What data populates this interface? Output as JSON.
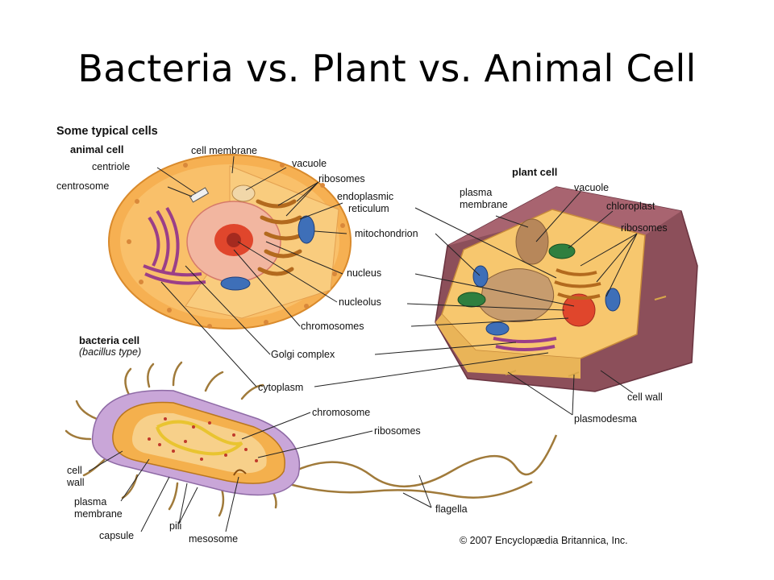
{
  "title": "Bacteria vs. Plant vs. Animal Cell",
  "figure": {
    "heading": "Some typical cells",
    "animal_cell": {
      "heading": "animal cell",
      "labels": {
        "cell_membrane": "cell membrane",
        "centriole": "centriole",
        "centrosome": "centrosome",
        "vacuole": "vacuole",
        "ribosomes": "ribosomes",
        "er_line1": "endoplasmic",
        "er_line2": "reticulum",
        "mitochondrion": "mitochondrion",
        "nucleus": "nucleus",
        "nucleolus": "nucleolus",
        "chromosomes": "chromosomes",
        "golgi": "Golgi complex",
        "cytoplasm": "cytoplasm"
      }
    },
    "plant_cell": {
      "heading": "plant cell",
      "labels": {
        "plasma_line1": "plasma",
        "plasma_line2": "membrane",
        "vacuole": "vacuole",
        "chloroplast": "chloroplast",
        "ribosomes": "ribosomes",
        "cell_wall": "cell wall",
        "plasmodesma": "plasmodesma"
      }
    },
    "bacteria_cell": {
      "heading": "bacteria cell",
      "subheading": "(bacillus type)",
      "labels": {
        "chromosome": "chromosome",
        "ribosomes": "ribosomes",
        "cell_wall_line1": "cell",
        "cell_wall_line2": "wall",
        "plasma_line1": "plasma",
        "plasma_line2": "membrane",
        "capsule": "capsule",
        "pili": "pili",
        "mesosome": "mesosome",
        "flagella": "flagella"
      }
    },
    "copyright": "© 2007 Encyclopædia Britannica, Inc."
  },
  "colors": {
    "animal_outer": "#f6b052",
    "animal_inner": "#f9cc7e",
    "nucleus": "#f2b6a0",
    "plant_wall": "#8c4f5a",
    "plant_inner": "#f7c76e",
    "chloroplast": "#2f7f3f",
    "mitochondrion": "#3e6fb8",
    "bacteria_capsule": "#c9a6d8",
    "bacteria_body": "#f4b04d"
  }
}
